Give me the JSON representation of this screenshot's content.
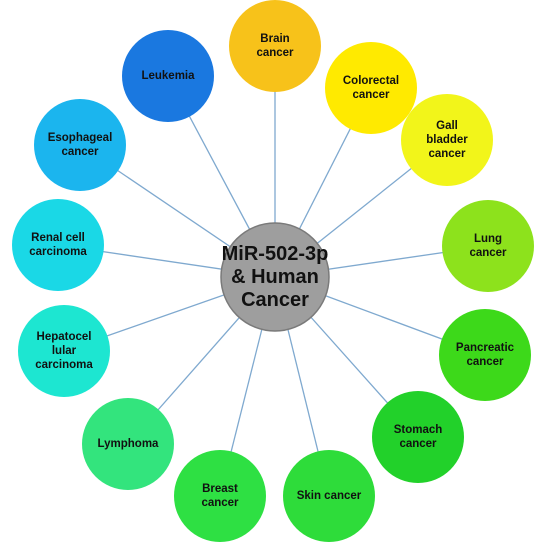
{
  "center": {
    "label_lines": [
      "MiR-502-3p",
      "& Human",
      "Cancer"
    ],
    "color": "#9e9e9e",
    "border": "#7a7a7a"
  },
  "connector_color": "#7fa9cf",
  "nodes": [
    {
      "id": "brain-cancer",
      "label_lines": [
        "Brain",
        "cancer"
      ],
      "color": "#f7c21a"
    },
    {
      "id": "colorectal-cancer",
      "label_lines": [
        "Colorectal",
        "cancer"
      ],
      "color": "#ffea00"
    },
    {
      "id": "gall-bladder-cancer",
      "label_lines": [
        "Gall",
        "bladder",
        "cancer"
      ],
      "color": "#f2f51a"
    },
    {
      "id": "lung-cancer",
      "label_lines": [
        "Lung",
        "cancer"
      ],
      "color": "#8de21c"
    },
    {
      "id": "pancreatic-cancer",
      "label_lines": [
        "Pancreatic",
        "cancer"
      ],
      "color": "#3dd91a"
    },
    {
      "id": "stomach-cancer",
      "label_lines": [
        "Stomach",
        "cancer"
      ],
      "color": "#22d12a"
    },
    {
      "id": "skin-cancer",
      "label_lines": [
        "Skin cancer"
      ],
      "color": "#2edc3a"
    },
    {
      "id": "breast-cancer",
      "label_lines": [
        "Breast",
        "cancer"
      ],
      "color": "#2ee043"
    },
    {
      "id": "lymphoma",
      "label_lines": [
        "Lymphoma"
      ],
      "color": "#33e47d"
    },
    {
      "id": "hepatocellular-carcinoma",
      "label_lines": [
        "Hepatocel",
        "lular",
        "carcinoma"
      ],
      "color": "#1de6d1"
    },
    {
      "id": "renal-cell-carcinoma",
      "label_lines": [
        "Renal cell",
        "carcinoma"
      ],
      "color": "#1ad8e6"
    },
    {
      "id": "esophageal-cancer",
      "label_lines": [
        "Esophageal",
        "cancer"
      ],
      "color": "#1bb5ee"
    },
    {
      "id": "leukemia",
      "label_lines": [
        "Leukemia"
      ],
      "color": "#1a78e0"
    }
  ]
}
